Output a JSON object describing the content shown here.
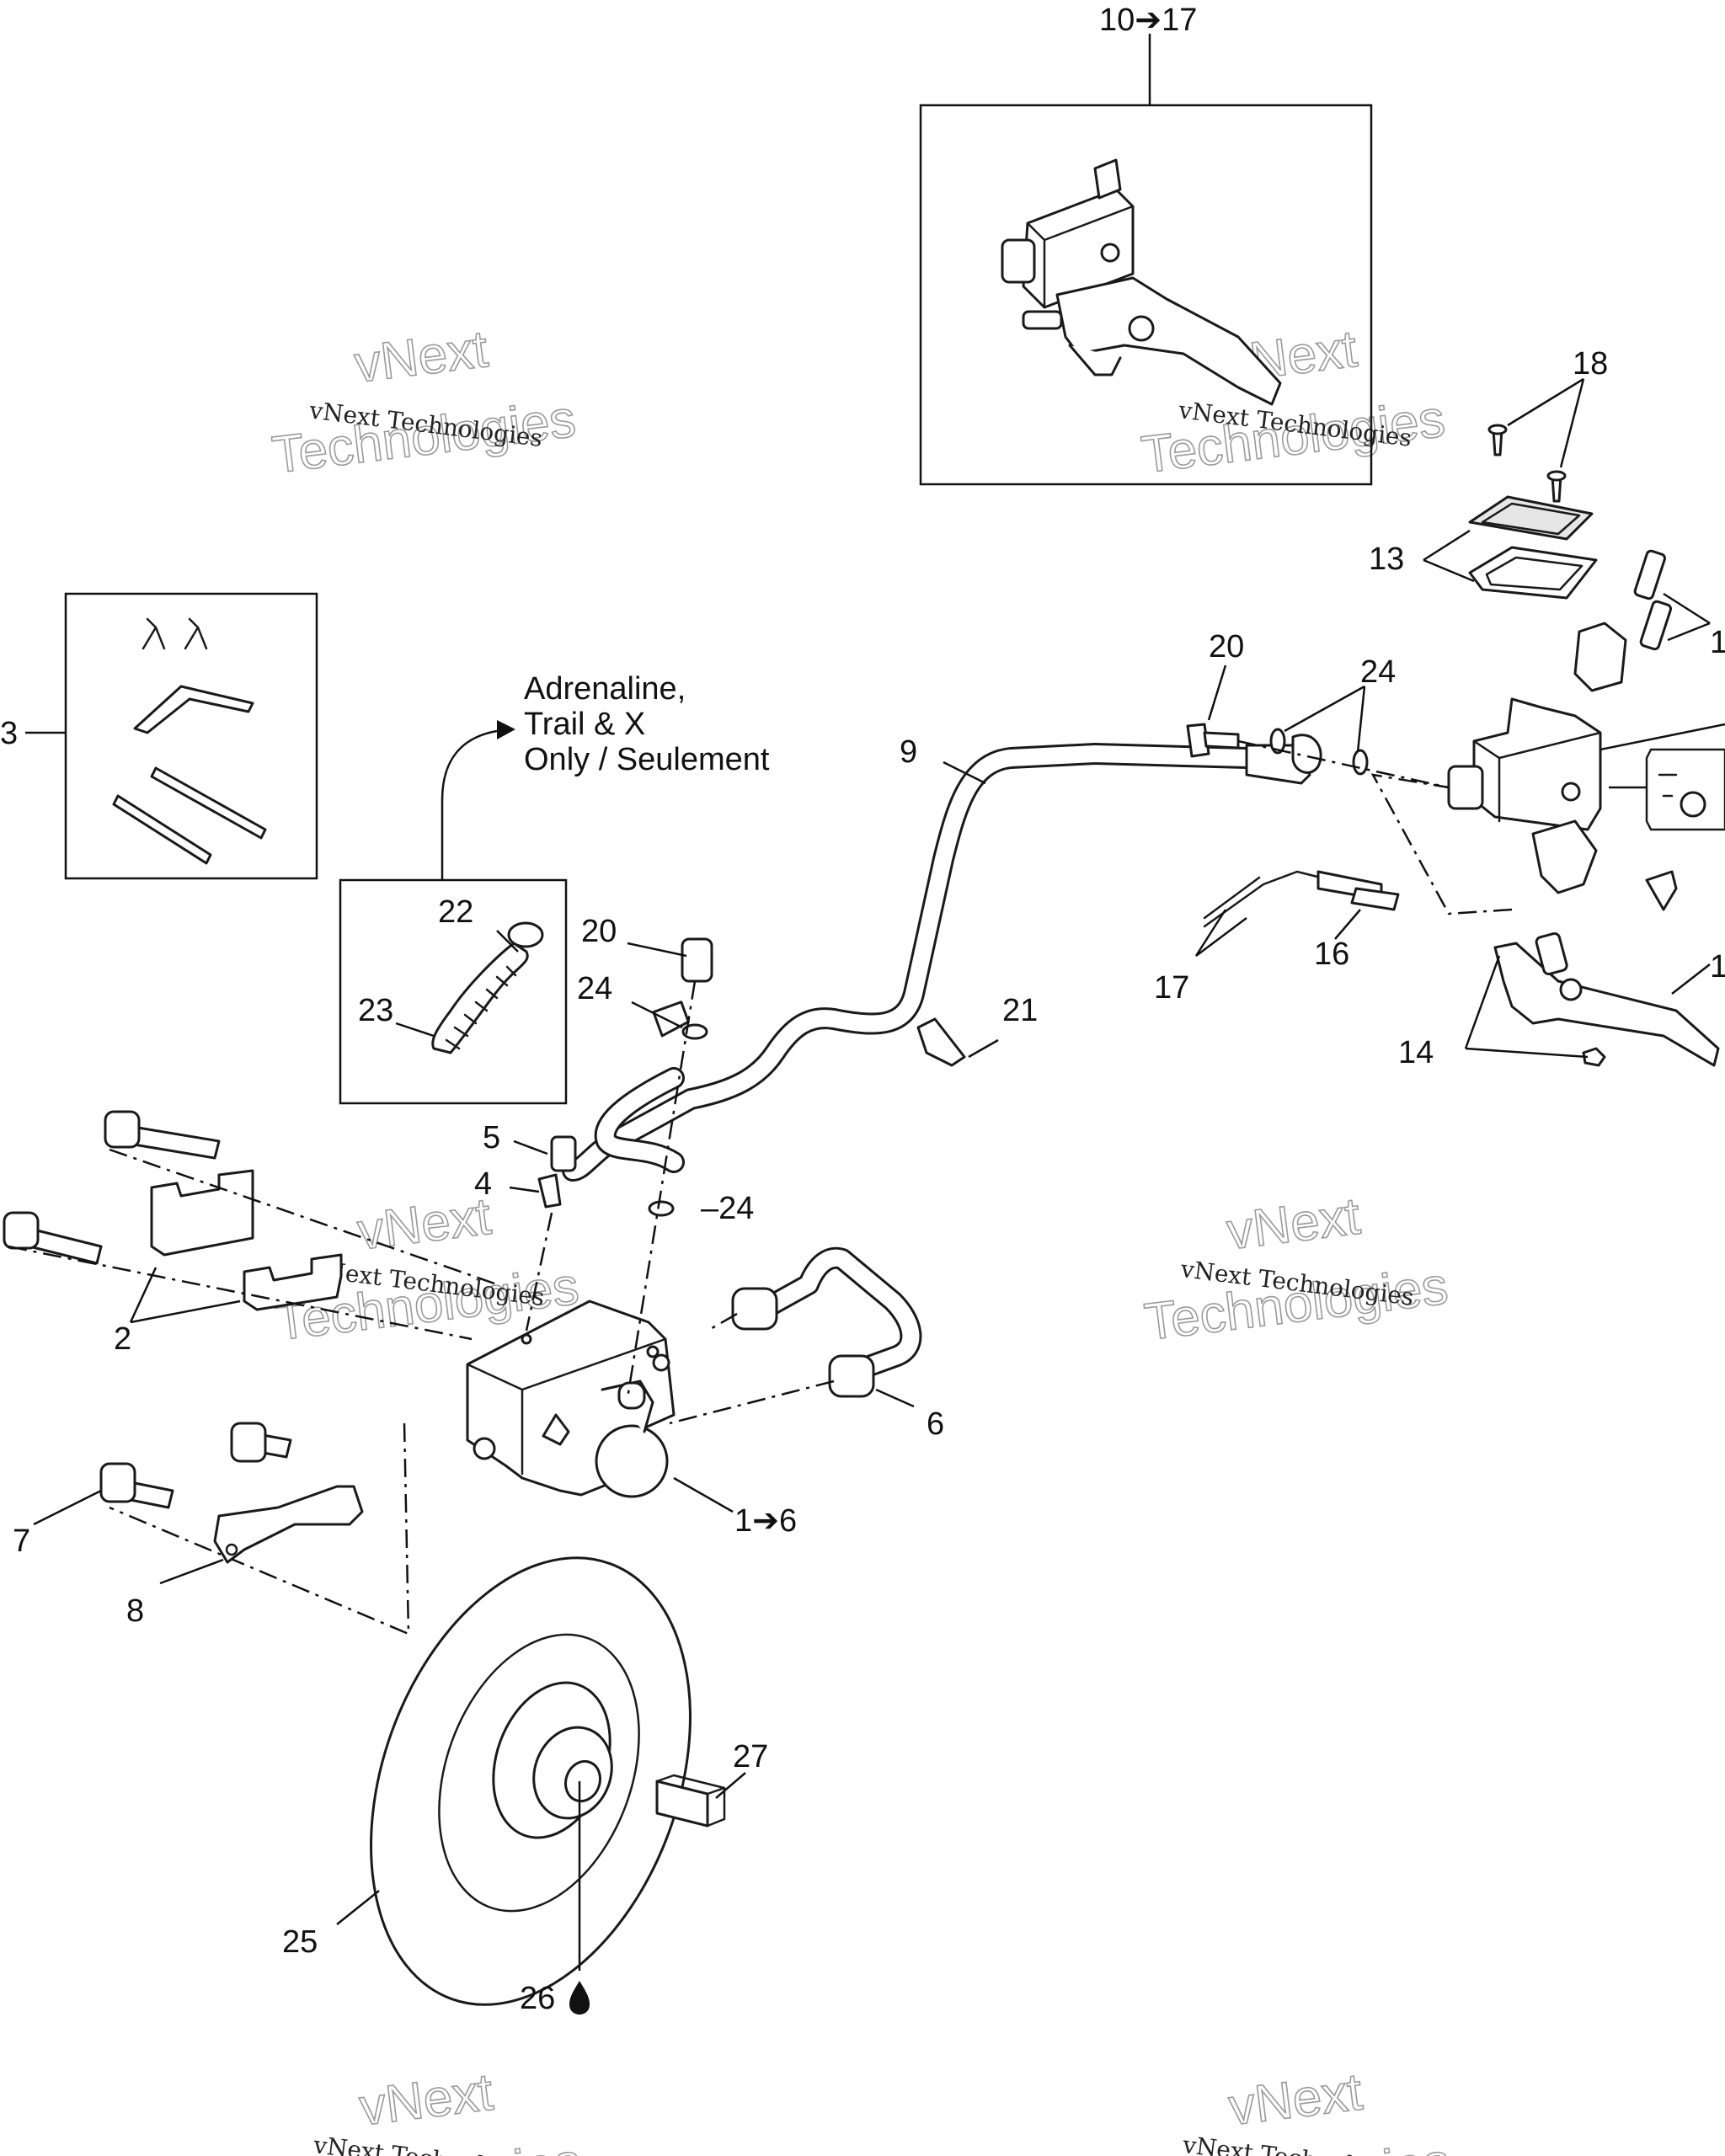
{
  "colors": {
    "ink": "#111111",
    "paper": "#ffffff",
    "watermark": "#9a9a9a"
  },
  "note": {
    "line1": "Adrenaline,",
    "line2": "Trail & X",
    "line3": "Only / Seulement"
  },
  "labels": {
    "l_10_17": "10➔17",
    "l_18": "18",
    "l_13": "13",
    "l_1x": "1",
    "l_20a": "20",
    "l_24a": "24",
    "l_9": "9",
    "l_3": "3",
    "l_22": "22",
    "l_23": "23",
    "l_20b": "20",
    "l_24b": "24",
    "l_16": "16",
    "l_17": "17",
    "l_1y": "1",
    "l_14": "14",
    "l_21": "21",
    "l_5": "5",
    "l_4": "4",
    "l_24c": "–24",
    "l_2": "2",
    "l_6": "6",
    "l_1_6": "1➔6",
    "l_7": "7",
    "l_8": "8",
    "l_27": "27",
    "l_25": "25",
    "l_26": "26"
  },
  "watermarks": {
    "small": "vNext Technologies",
    "big1": "vNext",
    "big2": "Technologies"
  }
}
